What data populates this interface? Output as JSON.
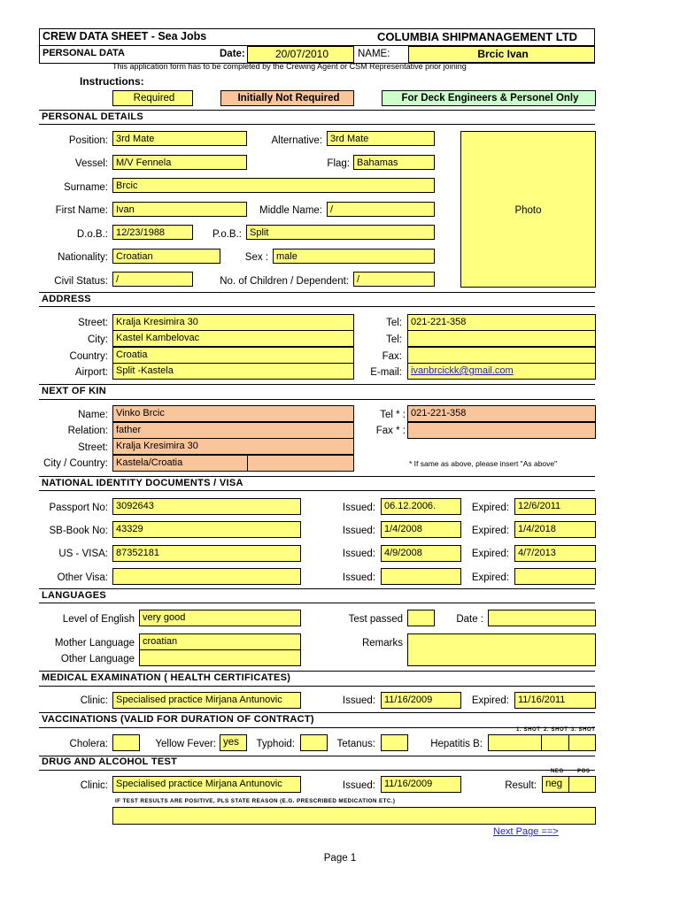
{
  "header": {
    "title_main": "CREW DATA SHEET",
    "title_sub": " - Sea Jobs",
    "company": "COLUMBIA SHIPMANAGEMENT LTD",
    "personal_data": "PERSONAL DATA",
    "date_label": "Date:",
    "date_value": "20/07/2010",
    "name_label": "NAME:",
    "name_value": "Brcic Ivan",
    "notice": "This application form has to be completed by the Crewing Agent or CSM Representative prior joining"
  },
  "instructions": {
    "title": "Instructions:",
    "required": "Required",
    "initially_not_required": "Initially Not Required",
    "deck_engineers": "For Deck Engineers & Personel Only",
    "colors": {
      "required": "#ffff80",
      "initially_not_required": "#fbc59b",
      "deck_engineers": "#ccffcc"
    }
  },
  "personal": {
    "heading": "PERSONAL DETAILS",
    "position_label": "Position:",
    "position": "3rd Mate",
    "alternative_label": "Alternative:",
    "alternative": "3rd Mate",
    "vessel_label": "Vessel:",
    "vessel": "M/V Fennela",
    "flag_label": "Flag:",
    "flag": "Bahamas",
    "surname_label": "Surname:",
    "surname": "Brcic",
    "first_name_label": "First Name:",
    "first_name": "Ivan",
    "middle_name_label": "Middle Name:",
    "middle_name": "/",
    "dob_label": "D.o.B.:",
    "dob": "12/23/1988",
    "pob_label": "P.o.B.:",
    "pob": "Split",
    "nationality_label": "Nationality:",
    "nationality": "Croatian",
    "sex_label": "Sex :",
    "sex": "male",
    "civil_label": "Civil Status:",
    "civil": "/",
    "children_label": "No. of Children / Dependent:",
    "children": "/",
    "photo_label": "Photo"
  },
  "address": {
    "heading": "ADDRESS",
    "street_label": "Street:",
    "street": "Kralja Kresimira 30",
    "city_label": "City:",
    "city": "Kastel Kambelovac",
    "country_label": "Country:",
    "country": "Croatia",
    "airport_label": "Airport:",
    "airport": "Split -Kastela",
    "tel_label": "Tel:",
    "tel": "021-221-358",
    "tel2_label": "Tel:",
    "tel2": "",
    "fax_label": "Fax:",
    "fax": "",
    "email_label": "E-mail:",
    "email": "ivanbrcickk@gmail.com"
  },
  "kin": {
    "heading": "NEXT OF KIN",
    "name_label": "Name:",
    "name": "Vinko Brcic",
    "relation_label": "Relation:",
    "relation": "father",
    "street_label": "Street:",
    "street": "Kralja Kresimira 30",
    "city_label": "City / Country:",
    "city": "Kastela/Croatia",
    "tel_label": "Tel * :",
    "tel": "021-221-358",
    "fax_label": "Fax * :",
    "fax": "",
    "note": "* If same as above, please insert \"As above\""
  },
  "documents": {
    "heading": "NATIONAL IDENTITY DOCUMENTS / VISA",
    "issued_label": "Issued:",
    "expired_label": "Expired:",
    "rows": [
      {
        "label": "Passport No:",
        "number": "3092643",
        "issued": "06.12.2006.",
        "expired": "12/6/2011"
      },
      {
        "label": "SB-Book No:",
        "number": "43329",
        "issued": "1/4/2008",
        "expired": "1/4/2018"
      },
      {
        "label": "US - VISA:",
        "number": "87352181",
        "issued": "4/9/2008",
        "expired": "4/7/2013"
      },
      {
        "label": "Other Visa:",
        "number": "",
        "issued": "",
        "expired": ""
      }
    ]
  },
  "languages": {
    "heading": "LANGUAGES",
    "english_label": "Level of English",
    "english": "very good",
    "test_label": "Test passed",
    "test": "",
    "date_label": "Date :",
    "date": "",
    "mother_label": "Mother Language",
    "mother": "croatian",
    "other_label": "Other Language",
    "remarks_label": "Remarks"
  },
  "medical": {
    "heading": "MEDICAL EXAMINATION ( HEALTH CERTIFICATES)",
    "clinic_label": "Clinic:",
    "clinic": "Specialised practice Mirjana Antunovic",
    "issued_label": "Issued:",
    "issued": "11/16/2009",
    "expired_label": "Expired:",
    "expired": "11/16/2011"
  },
  "vaccinations": {
    "heading": "VACCINATIONS (VALID FOR DURATION OF CONTRACT)",
    "shots": [
      "1. SHOT",
      "2. SHOT",
      "3. SHOT"
    ],
    "cholera_label": "Cholera:",
    "cholera": "",
    "yellow_label": "Yellow Fever:",
    "yellow": "yes",
    "typhoid_label": "Typhoid:",
    "typhoid": "",
    "tetanus_label": "Tetanus:",
    "tetanus": "",
    "hepatitis_label": "Hepatitis B:"
  },
  "drug": {
    "heading": "DRUG AND ALCOHOL TEST",
    "clinic_label": "Clinic:",
    "clinic": "Specialised practice Mirjana Antunovic",
    "issued_label": "Issued:",
    "issued": "11/16/2009",
    "result_label": "Result:",
    "result_neg": "neg",
    "result_pos": "",
    "neg_head": "NEG",
    "pos_head": "POS",
    "note": "IF TEST RESULTS ARE POSITIVE, PLS STATE REASON (E.G. PRESCRIBED MEDICATION ETC.)"
  },
  "footer": {
    "next_page": "Next Page ==>",
    "page": "Page 1"
  }
}
